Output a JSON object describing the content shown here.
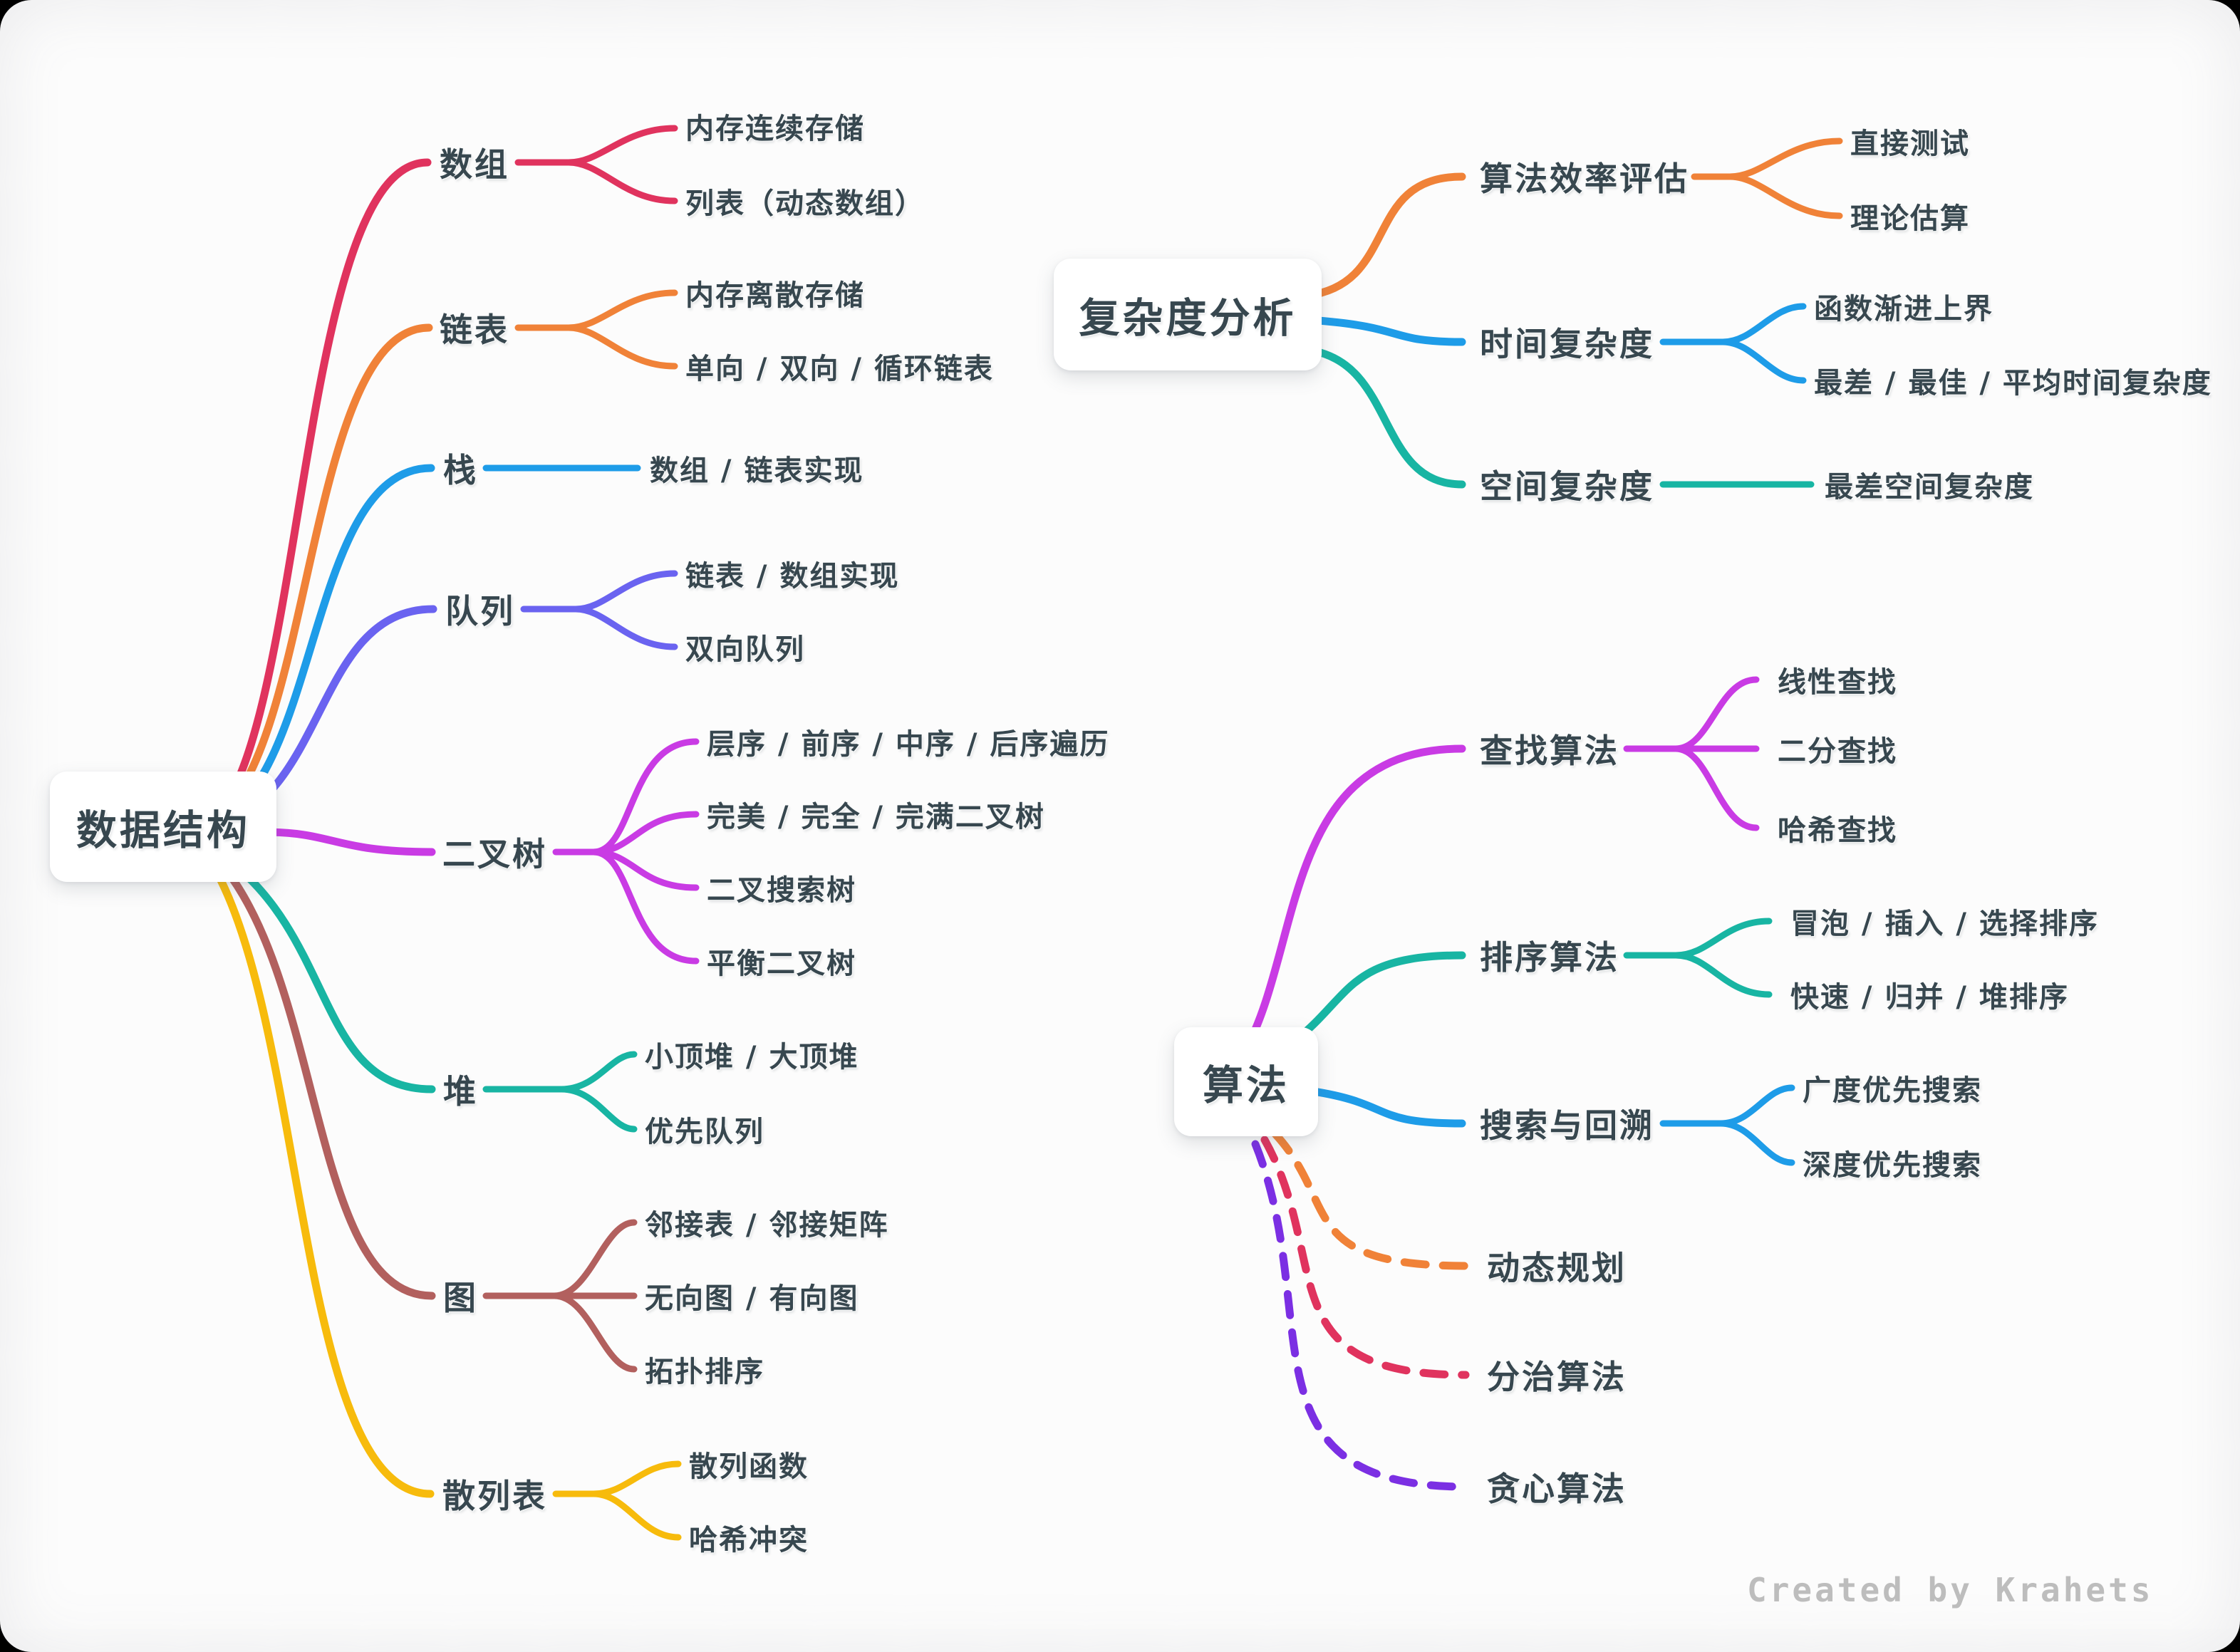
{
  "meta": {
    "credit": "Created by Krahets"
  },
  "colors": {
    "crimson": "#E0335E",
    "orange": "#F08238",
    "blue": "#1E9CE8",
    "indigo": "#6A63F0",
    "magenta": "#C93BE4",
    "teal": "#18B5A3",
    "brown": "#B2605E",
    "yellow": "#F7BB0C",
    "purple": "#7B2FE3",
    "text": "#37474F",
    "credit_gray": "#BDBDBD",
    "background": "#FCFCFC",
    "frame": "#000000"
  },
  "data_structures": {
    "root": "数据结构",
    "branches": [
      {
        "label": "数组",
        "children": [
          "内存连续存储",
          "列表（动态数组）"
        ]
      },
      {
        "label": "链表",
        "children": [
          "内存离散存储",
          "单向 / 双向 / 循环链表"
        ]
      },
      {
        "label": "栈",
        "children": [
          "数组 / 链表实现"
        ]
      },
      {
        "label": "队列",
        "children": [
          "链表 / 数组实现",
          "双向队列"
        ]
      },
      {
        "label": "二叉树",
        "children": [
          "层序 / 前序 / 中序 / 后序遍历",
          "完美 / 完全 / 完满二叉树",
          "二叉搜索树",
          "平衡二叉树"
        ]
      },
      {
        "label": "堆",
        "children": [
          "小顶堆 / 大顶堆",
          "优先队列"
        ]
      },
      {
        "label": "图",
        "children": [
          "邻接表 / 邻接矩阵",
          "无向图 / 有向图",
          "拓扑排序"
        ]
      },
      {
        "label": "散列表",
        "children": [
          "散列函数",
          "哈希冲突"
        ]
      }
    ]
  },
  "complexity": {
    "root": "复杂度分析",
    "branches": [
      {
        "label": "算法效率评估",
        "children": [
          "直接测试",
          "理论估算"
        ]
      },
      {
        "label": "时间复杂度",
        "children": [
          "函数渐进上界",
          "最差 / 最佳 / 平均时间复杂度"
        ]
      },
      {
        "label": "空间复杂度",
        "children": [
          "最差空间复杂度"
        ]
      }
    ]
  },
  "algorithms": {
    "root": "算法",
    "branches": [
      {
        "label": "查找算法",
        "children": [
          "线性查找",
          "二分查找",
          "哈希查找"
        ]
      },
      {
        "label": "排序算法",
        "children": [
          "冒泡 / 插入 / 选择排序",
          "快速 / 归并 / 堆排序"
        ]
      },
      {
        "label": "搜索与回溯",
        "children": [
          "广度优先搜索",
          "深度优先搜索"
        ]
      },
      {
        "label": "动态规划",
        "children": []
      },
      {
        "label": "分治算法",
        "children": []
      },
      {
        "label": "贪心算法",
        "children": []
      }
    ]
  }
}
